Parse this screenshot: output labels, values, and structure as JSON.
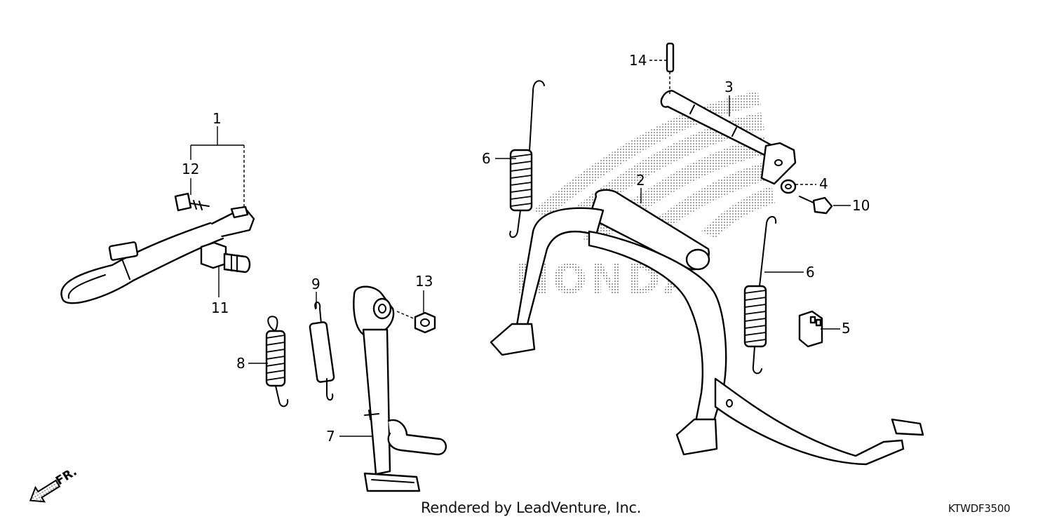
{
  "diagram": {
    "callouts": [
      {
        "id": "1",
        "label": "1"
      },
      {
        "id": "2",
        "label": "2"
      },
      {
        "id": "3",
        "label": "3"
      },
      {
        "id": "4",
        "label": "4"
      },
      {
        "id": "5",
        "label": "5"
      },
      {
        "id": "6a",
        "label": "6"
      },
      {
        "id": "6b",
        "label": "6"
      },
      {
        "id": "7",
        "label": "7"
      },
      {
        "id": "8",
        "label": "8"
      },
      {
        "id": "9",
        "label": "9"
      },
      {
        "id": "10",
        "label": "10"
      },
      {
        "id": "11",
        "label": "11"
      },
      {
        "id": "12",
        "label": "12"
      },
      {
        "id": "13",
        "label": "13"
      },
      {
        "id": "14",
        "label": "14"
      }
    ],
    "watermark_text": "HONDA",
    "direction_label": "FR.",
    "credit": "Rendered by LeadVenture, Inc.",
    "diagram_code": "KTWDF3500"
  }
}
